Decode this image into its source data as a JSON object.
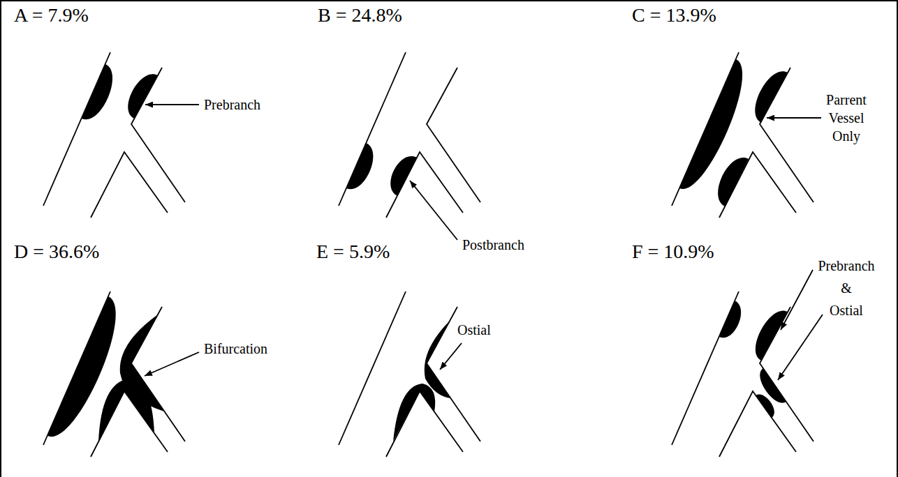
{
  "diagram": {
    "labels": [
      "A = 7.9%",
      "Prebranch",
      "B = 24.8%",
      "Postbranch",
      "C = 13.9%",
      "Parrent Vessel Only",
      "D = 36.6%",
      "Bifurcation",
      "E = 5.9%",
      "Ostial",
      "F = 10.9%",
      "Prebranch & Ostial"
    ]
  }
}
